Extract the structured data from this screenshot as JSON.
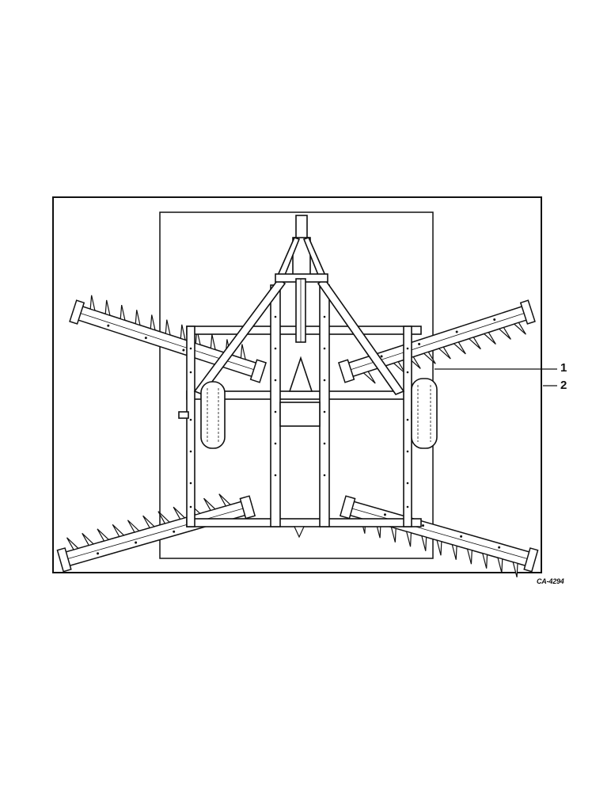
{
  "callouts": [
    {
      "number": "1"
    },
    {
      "number": "2"
    }
  ],
  "figure_code": "CA-4294",
  "colors": {
    "ink": "#111111",
    "paper": "#ffffff"
  }
}
